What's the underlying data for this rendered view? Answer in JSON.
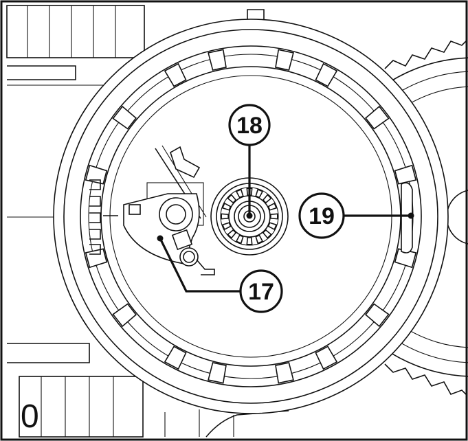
{
  "callouts": [
    {
      "id": "c17",
      "label": "17"
    },
    {
      "id": "c18",
      "label": "18"
    },
    {
      "id": "c19",
      "label": "19"
    }
  ],
  "corner_mark": "0",
  "colors": {
    "ink": "#111111",
    "paper": "#ffffff"
  }
}
